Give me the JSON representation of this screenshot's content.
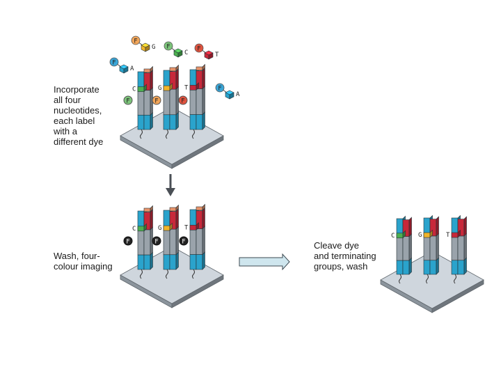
{
  "steps": [
    {
      "caption": [
        "Incorporate",
        "all four",
        "nucleotides,",
        "each label",
        "with a",
        "different dye"
      ]
    },
    {
      "caption": [
        "Wash, four-",
        "colour imaging"
      ]
    },
    {
      "caption": [
        "Cleave dye",
        "and terminating",
        "groups, wash"
      ]
    }
  ],
  "strand_letters": [
    "C",
    "G",
    "T"
  ],
  "floating_nucleotides": [
    "G",
    "C",
    "T",
    "A",
    "A"
  ],
  "dye_label": "F",
  "colors": {
    "strand_blue": "#2aa3cc",
    "strand_grey": "#9aa3ab",
    "strand_red": "#c8283a",
    "strand_orange_top": "#e8936a",
    "nuc_green": "#4caf50",
    "nuc_yellow": "#f0b429",
    "nuc_red": "#c8283a",
    "nuc_blue": "#2aa3cc",
    "dye_orange": "#f2a65a",
    "dye_green": "#7cc47a",
    "dye_red": "#e0533f",
    "dye_blue": "#3aa6d8",
    "dye_black": "#222222",
    "plate_top": "#cfd6dd",
    "plate_side": "#8b949c",
    "arrow_down": "#4a4f55",
    "arrow_right_fill": "#cfe6ee",
    "arrow_right_stroke": "#3d4a52"
  }
}
